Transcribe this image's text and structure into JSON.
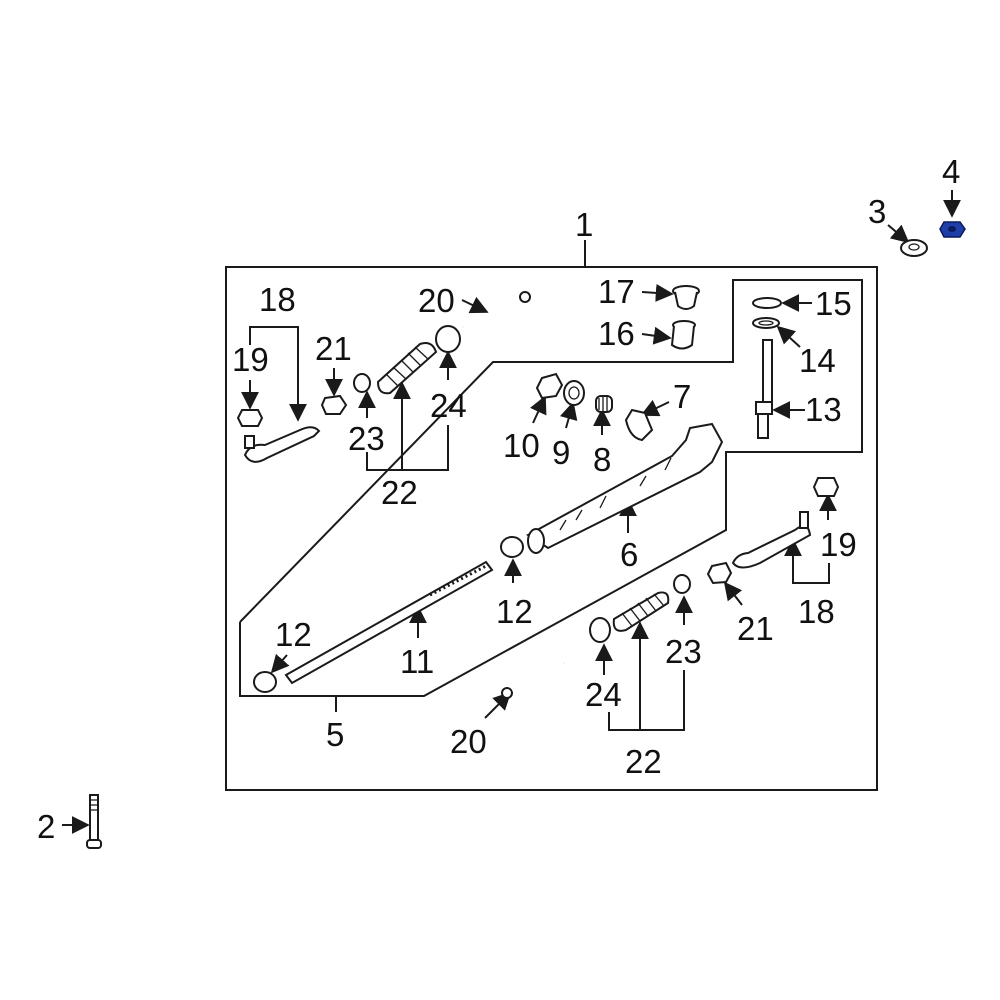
{
  "colors": {
    "line": "#1a1a1a",
    "highlight_fill": "#1f3fa8",
    "highlight_stroke": "#0a1a5a",
    "background": "#ffffff"
  },
  "highlighted_part": "4",
  "callouts": {
    "c1": "1",
    "c2": "2",
    "c3": "3",
    "c4": "4",
    "c5": "5",
    "c6": "6",
    "c7": "7",
    "c8": "8",
    "c9": "9",
    "c10": "10",
    "c11": "11",
    "c12a": "12",
    "c12b": "12",
    "c13": "13",
    "c14": "14",
    "c15": "15",
    "c16": "16",
    "c17": "17",
    "c18a": "18",
    "c18b": "18",
    "c19a": "19",
    "c19b": "19",
    "c20a": "20",
    "c20b": "20",
    "c21a": "21",
    "c21b": "21",
    "c22a": "22",
    "c22b": "22",
    "c23a": "23",
    "c23b": "23",
    "c24a": "24",
    "c24b": "24"
  }
}
